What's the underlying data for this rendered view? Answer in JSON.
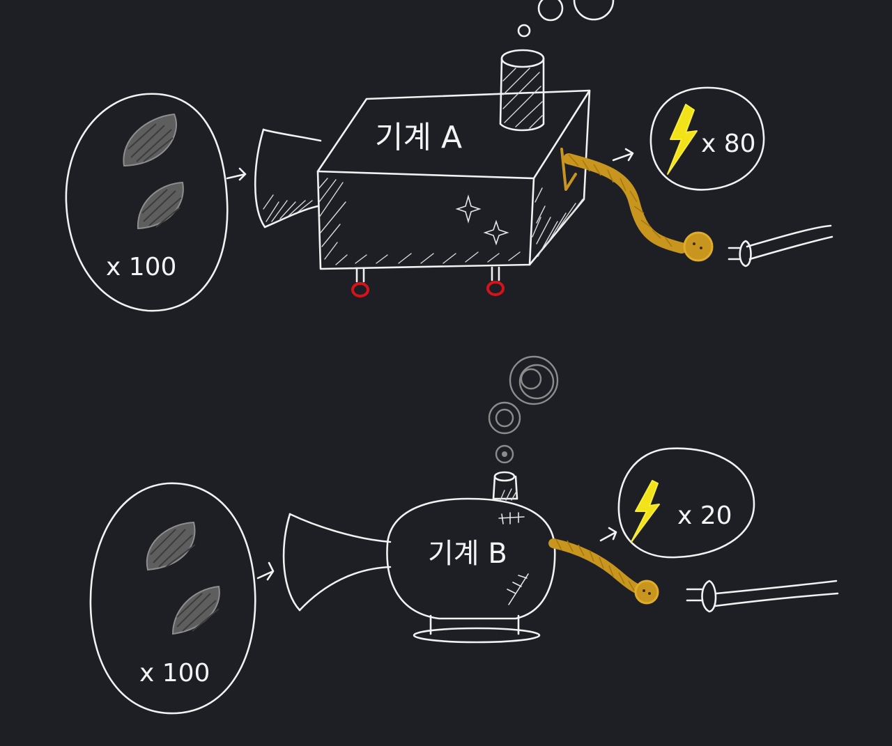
{
  "machine_a": {
    "label": "기계 A",
    "input_quantity": "x 100",
    "output_quantity": "x 80"
  },
  "machine_b": {
    "label": "기계 B",
    "input_quantity": "x 100",
    "output_quantity": "x 20"
  },
  "colors": {
    "background": "#1e1f24",
    "line": "#f2f2f2",
    "bean": "#5e5e5e",
    "lightning": "#f2e21a",
    "power_cord": "#c8961e",
    "wheels": "#d8121b",
    "smoke": "#8c8c8c"
  }
}
